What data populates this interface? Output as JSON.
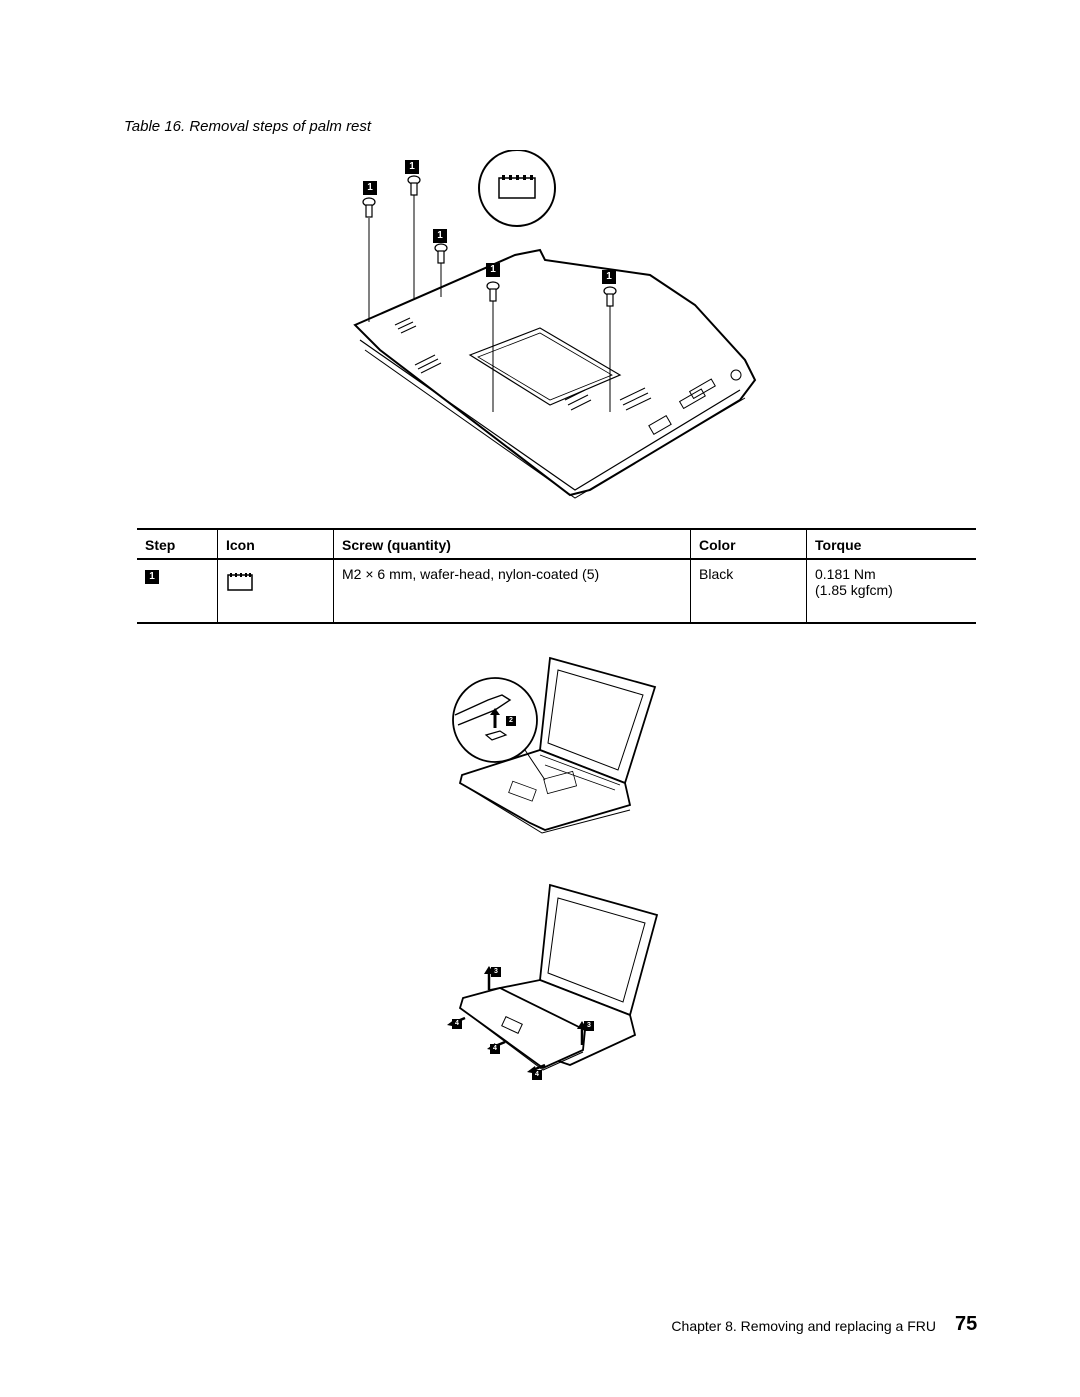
{
  "caption": "Table 16. Removal steps of palm rest",
  "table": {
    "headers": [
      "Step",
      "Icon",
      "Screw (quantity)",
      "Color",
      "Torque"
    ],
    "rows": [
      {
        "step": "1",
        "icon": "screw-head-icon",
        "screw": "M2 × 6 mm, wafer-head, nylon-coated (5)",
        "color": "Black",
        "torque_line1": "0.181 Nm",
        "torque_line2": "(1.85 kgfcm)"
      }
    ]
  },
  "figure1": {
    "callouts": [
      "1",
      "1",
      "1",
      "1",
      "1"
    ],
    "icon": "screw-head-icon"
  },
  "figure2": {
    "callouts": [
      "2"
    ]
  },
  "figure3": {
    "callouts": [
      "3",
      "3",
      "4",
      "4",
      "4"
    ]
  },
  "footer": {
    "chapter": "Chapter 8. Removing and replacing a FRU",
    "page": "75"
  }
}
